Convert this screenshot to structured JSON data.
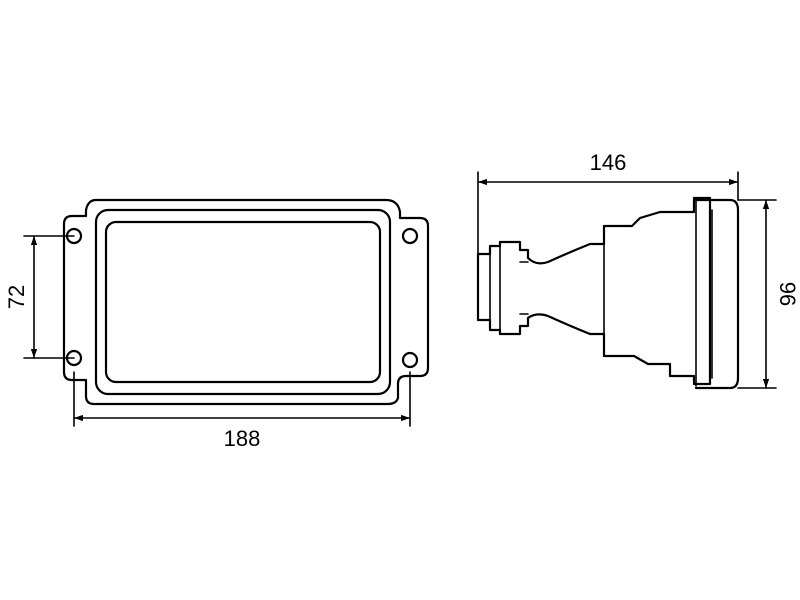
{
  "dimensions": {
    "width_label": "188",
    "height_label": "72",
    "depth_label": "146",
    "side_height_label": "96"
  },
  "colors": {
    "line": "#000000",
    "background": "#ffffff"
  }
}
